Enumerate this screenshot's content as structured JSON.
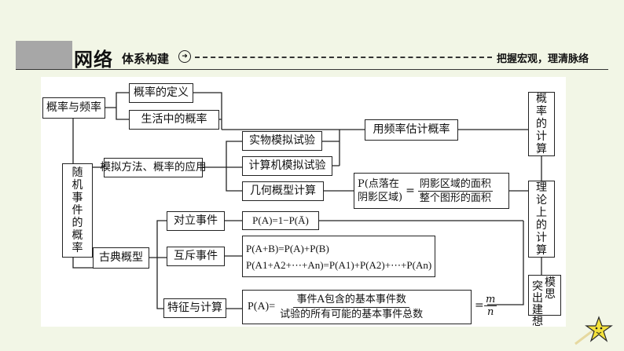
{
  "header": {
    "title": "网络",
    "subtitle": "体系构建",
    "right_text": "把握宏观，理清脉络"
  },
  "nodes": {
    "prob_freq": "概率与频率",
    "definition": "概率的定义",
    "life_prob": "生活中的概率",
    "random_event_prob": "随机事件的概率",
    "simulation": "模拟方法、概率的应用",
    "physical_sim": "实物模拟试验",
    "computer_sim": "计算机模拟试验",
    "geometric": "几何概型计算",
    "estimate": "用频率估计概率",
    "prob_calc": "概率的计算",
    "theory_calc": "理论上的计算",
    "classical": "古典概型",
    "opposite": "对立事件",
    "exclusive": "互斥事件",
    "feature": "特征与计算",
    "model_1": "模思",
    "model_2": "突出建想"
  },
  "formulas": {
    "geo_left_top": "P(点落在",
    "geo_left_bottom": "阴影区域)",
    "geo_eq": "=",
    "geo_num": "阴影区域的面积",
    "geo_den": "整个图形的面积",
    "opposite_formula": "P(A)=1−P(Ā)",
    "exclusive_line1": "P(A+B)=P(A)+P(B)",
    "exclusive_line2": "P(A1+A2+⋯+An)=P(A1)+P(A2)+⋯+P(An)",
    "classical_lhs": "P(A)=",
    "classical_num": "事件A包含的基本事件数",
    "classical_den": "试验的所有可能的基本事件总数",
    "classical_eq": "=",
    "classical_m": "m",
    "classical_n": "n"
  },
  "colors": {
    "background": "#f2f6e6",
    "panel": "#ffffff",
    "line": "#222222",
    "header_block": "#a7a7a7",
    "star": "#f4e23a"
  }
}
